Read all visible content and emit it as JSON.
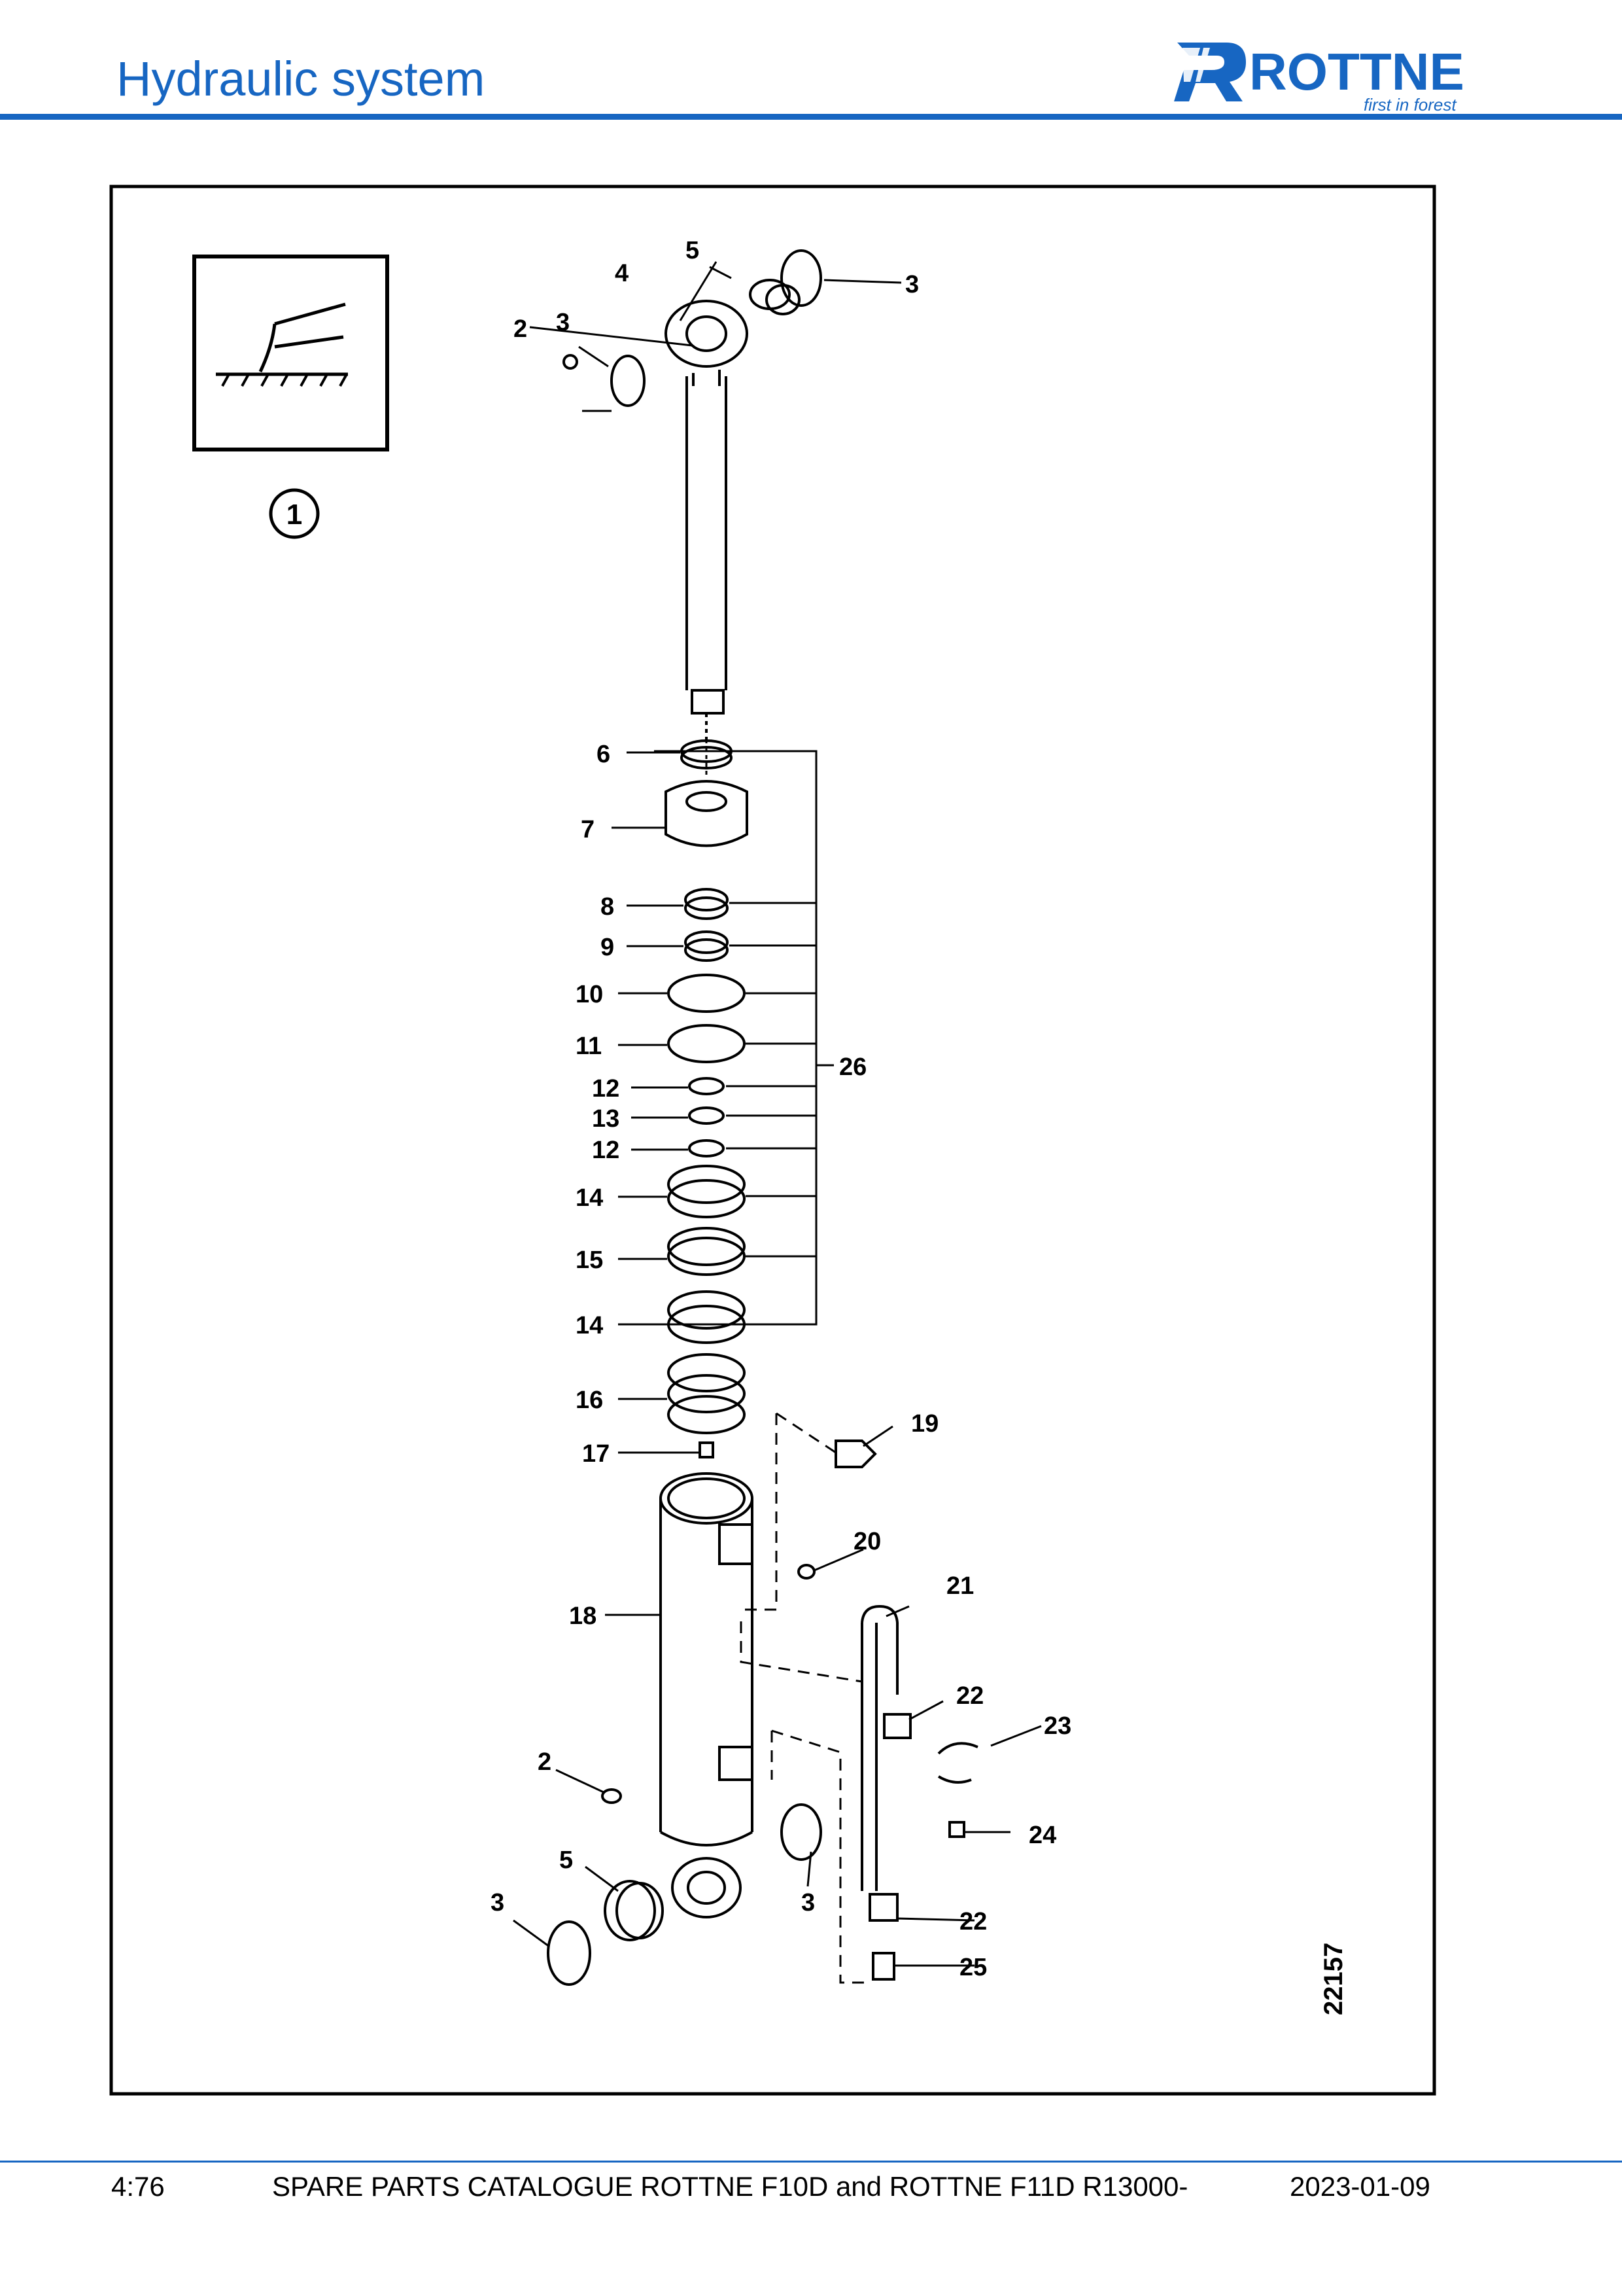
{
  "header": {
    "title": "Hydraulic system",
    "brand_name": "ROTTNE",
    "brand_tagline": "first in forest",
    "brand_color": "#1766c2"
  },
  "diagram": {
    "drawing_number": "22157",
    "view_index": "1",
    "icon": "crane-boom-ground-icon",
    "callouts": {
      "c2a": "2",
      "c3a": "3",
      "c4": "4",
      "c5a": "5",
      "c3b": "3",
      "c6": "6",
      "c7": "7",
      "c8": "8",
      "c9": "9",
      "c10": "10",
      "c11": "11",
      "c12a": "12",
      "c13": "13",
      "c12b": "12",
      "c14a": "14",
      "c15": "15",
      "c14b": "14",
      "c26": "26",
      "c16": "16",
      "c17": "17",
      "c19": "19",
      "c20": "20",
      "c18": "18",
      "c21": "21",
      "c22a": "22",
      "c23": "23",
      "c2b": "2",
      "c24": "24",
      "c5b": "5",
      "c3c": "3",
      "c3d": "3",
      "c22b": "22",
      "c25": "25"
    }
  },
  "footer": {
    "page": "4:76",
    "catalogue": "SPARE PARTS CATALOGUE ROTTNE F10D and ROTTNE F11D R13000-",
    "date": "2023-01-09"
  }
}
